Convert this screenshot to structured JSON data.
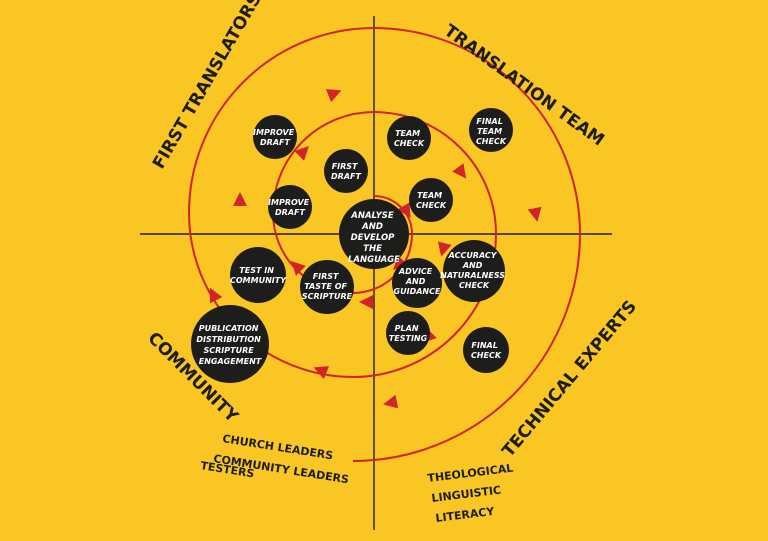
{
  "colors": {
    "background": "#F9C624",
    "node_fill": "#1D1D1B",
    "node_text": "#FFFFFF",
    "spiral": "#D2232A",
    "axis": "#1D1D1B"
  },
  "quadrants": {
    "top_left": "FIRST TRANSLATORS",
    "top_right": "TRANSLATION TEAM",
    "bottom_left": "COMMUNITY",
    "bottom_right": "TECHNICAL EXPERTS"
  },
  "community_roles": [
    "CHURCH LEADERS",
    "COMMUNITY LEADERS",
    "TESTERS"
  ],
  "expert_roles": [
    "THEOLOGICAL",
    "LINGUISTIC",
    "LITERACY"
  ],
  "nodes": {
    "center": [
      "ANALYSE",
      "AND",
      "DEVELOP",
      "THE",
      "LANGUAGE"
    ],
    "first_draft": [
      "FIRST",
      "DRAFT"
    ],
    "team_check_inner": [
      "TEAM",
      "CHECK"
    ],
    "advice_guidance": [
      "ADVICE",
      "AND",
      "GUIDANCE"
    ],
    "first_taste": [
      "FIRST",
      "TASTE OF",
      "SCRIPTURE"
    ],
    "improve_draft_inner": [
      "IMPROVE",
      "DRAFT"
    ],
    "team_check_outer": [
      "TEAM",
      "CHECK"
    ],
    "accuracy_check": [
      "ACCURACY",
      "AND",
      "NATURALNESS",
      "CHECK"
    ],
    "plan_testing": [
      "PLAN",
      "TESTING"
    ],
    "test_community": [
      "TEST IN",
      "COMMUNITY"
    ],
    "improve_draft_outer": [
      "IMPROVE",
      "DRAFT"
    ],
    "final_team_check": [
      "FINAL",
      "TEAM",
      "CHECK"
    ],
    "final_check": [
      "FINAL",
      "CHECK"
    ],
    "publication": [
      "PUBLICATION",
      "DISTRIBUTION",
      "SCRIPTURE",
      "ENGAGEMENT"
    ]
  }
}
